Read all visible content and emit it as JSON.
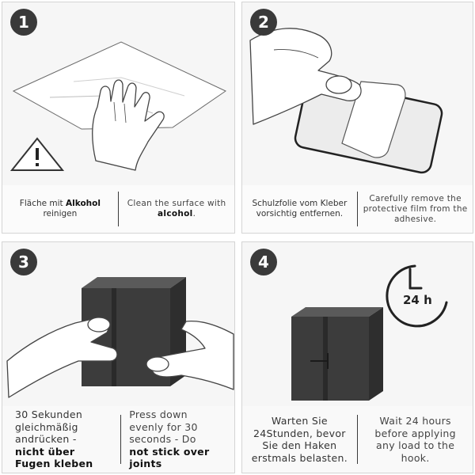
{
  "steps": [
    {
      "number": "1",
      "de_parts": [
        "Fläche mit ",
        "Alkohol",
        "reinigen"
      ],
      "en_parts": [
        "Clean the surface with",
        "alcohol",
        "."
      ]
    },
    {
      "number": "2",
      "de_lines": [
        "Schulzfolie vom Kleber",
        "vorsichtig entfernen."
      ],
      "en_lines": [
        "Carefully remove the",
        "protective film from the",
        "adhesive."
      ]
    },
    {
      "number": "3",
      "de_lines": [
        "30 Sekunden",
        "gleichmäßig",
        "andrücken -",
        "nicht über",
        "Fugen kleben"
      ],
      "en_lines": [
        "Press down",
        "evenly for 30",
        "seconds - Do",
        "not stick over",
        "joints"
      ]
    },
    {
      "number": "4",
      "de_lines": [
        "Warten Sie",
        "24Stunden, bevor",
        "Sie den Haken",
        "erstmals belasten."
      ],
      "en_lines": [
        "Wait 24 hours",
        "before applying",
        "any load to the",
        "hook."
      ],
      "clock_label": "24 h"
    }
  ],
  "icons": [
    "warning-triangle-icon",
    "clock-icon",
    "hook-icon",
    "hand-icon",
    "cloth-icon",
    "adhesive-pad-icon"
  ],
  "colors": {
    "badge": "#3a3a3a",
    "hook": "#3c3c3c",
    "text": "#2b2b2b",
    "panel": "#f6f6f6"
  }
}
